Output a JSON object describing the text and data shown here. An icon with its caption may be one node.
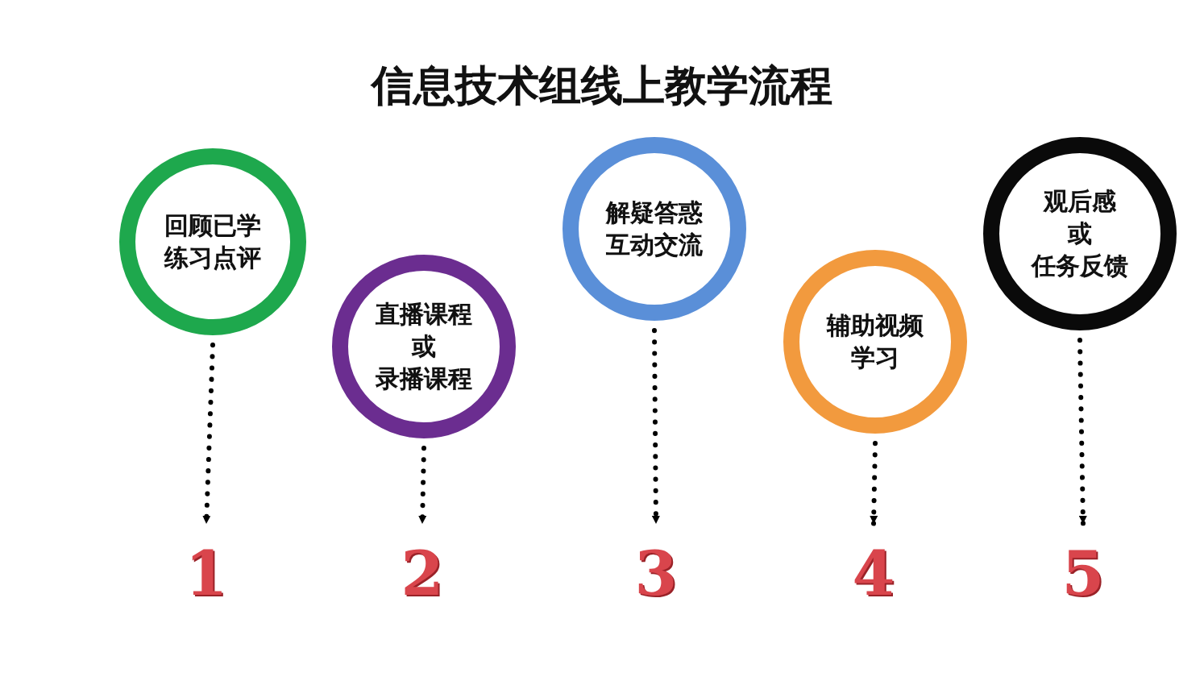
{
  "diagram": {
    "title": "信息技术组线上教学流程",
    "nodes": [
      {
        "text": [
          "回顾已学练习点评"
        ]
      },
      {
        "text": [
          "直播课程",
          "或",
          "录播课程"
        ]
      },
      {
        "text": [
          "解疑答惑互动交流"
        ]
      },
      {
        "text": [
          "辅助视频学习"
        ]
      },
      {
        "text": [
          "观后感",
          "或",
          "任务反馈"
        ]
      },
      {
        "text": [
          "1"
        ]
      },
      {
        "text": [
          "2"
        ]
      },
      {
        "text": [
          "3"
        ]
      },
      {
        "text": [
          "4"
        ]
      },
      {
        "text": [
          "5"
        ]
      }
    ],
    "edges": [
      {
        "from": 0,
        "to": 5,
        "arrow": "to"
      },
      {
        "from": 1,
        "to": 6,
        "arrow": "to"
      },
      {
        "from": 2,
        "to": 7,
        "arrow": "to"
      },
      {
        "from": 3,
        "to": 8,
        "arrow": "to"
      },
      {
        "from": 4,
        "to": 9,
        "arrow": "to"
      }
    ]
  }
}
